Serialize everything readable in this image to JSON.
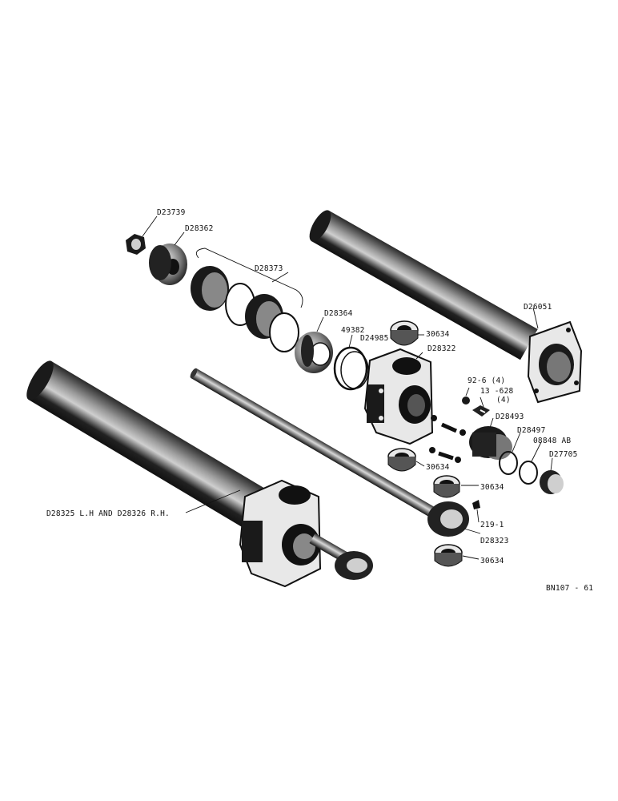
{
  "colors": {
    "ink": "#111111",
    "paper": "#ffffff",
    "shade": "#444444",
    "highlight": "#e8e8e8"
  },
  "labels": {
    "d23739": "D23739",
    "d28362": "D28362",
    "d28373": "D28373",
    "d28364": "D28364",
    "p49382": "49382",
    "d24985": "D24985",
    "p30634_a": "30634",
    "d28322": "D28322",
    "d26051": "D26051",
    "p92_6": "92-6 (4)",
    "p13_628": "13 -628",
    "p13_628_qty": "(4)",
    "d28493": "D28493",
    "d28497": "D28497",
    "p08848ab": "08848 AB",
    "d27705": "D27705",
    "p30634_b": "30634",
    "p30634_c": "30634",
    "p219_1": "219-1",
    "d28323": "D28323",
    "p30634_d": "30634",
    "d28325": "D28325 L.H   AND   D28326 R.H.",
    "drawing_no": "BN107 - 61"
  }
}
